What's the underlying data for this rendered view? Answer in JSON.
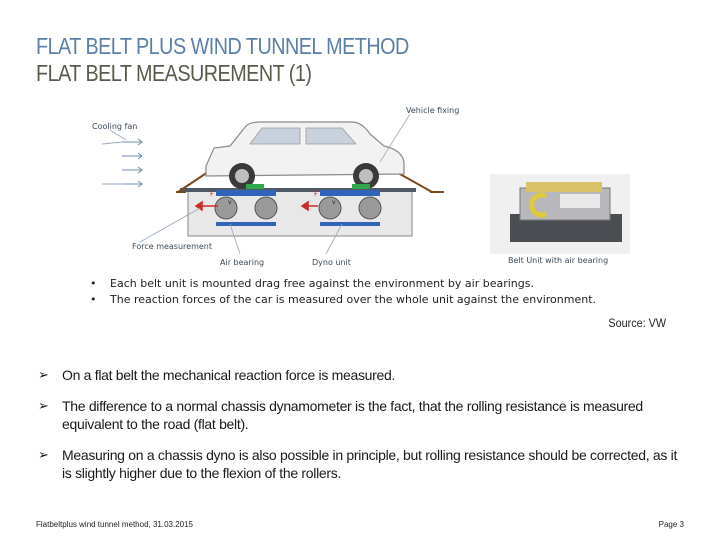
{
  "slide": {
    "title_line1": "FLAT BELT PLUS WIND TUNNEL METHOD",
    "title_line2": "FLAT BELT MEASUREMENT (1)",
    "source": "Source: VW",
    "footer_left": "Flatbeltplus wind tunnel method, 31.03.2015",
    "footer_right": "Page 3",
    "colors": {
      "title_blue": "#5a7fa8",
      "title_olive": "#5b5a4a",
      "belt_blue": "#2f64b8",
      "force_red": "#cc2a2a"
    }
  },
  "figure": {
    "labels": {
      "cooling_fan": "Cooling fan",
      "vehicle_fixing": "Vehicle fixing",
      "force_measurement": "Force measurement",
      "air_bearing": "Air bearing",
      "dyno_unit": "Dyno unit",
      "belt_unit": "Belt Unit with air bearing",
      "force_f": "F",
      "v_left": "v",
      "v_right": "v"
    },
    "bullets": [
      "Each belt unit is mounted drag free against the environment by air bearings.",
      "The reaction forces of the car is measured over the whole unit against the environment."
    ]
  },
  "bullets": [
    "On a flat belt the mechanical reaction force is measured.",
    "The difference to a normal chassis dynamometer is the fact, that the rolling resistance is measured equivalent to the road (flat belt).",
    "Measuring on a chassis dyno is also possible in principle, but rolling resistance should be corrected, as it is slightly higher due to the flexion of the rollers."
  ],
  "icons": {
    "bullet_arrow": "arrow-bullet-icon"
  }
}
